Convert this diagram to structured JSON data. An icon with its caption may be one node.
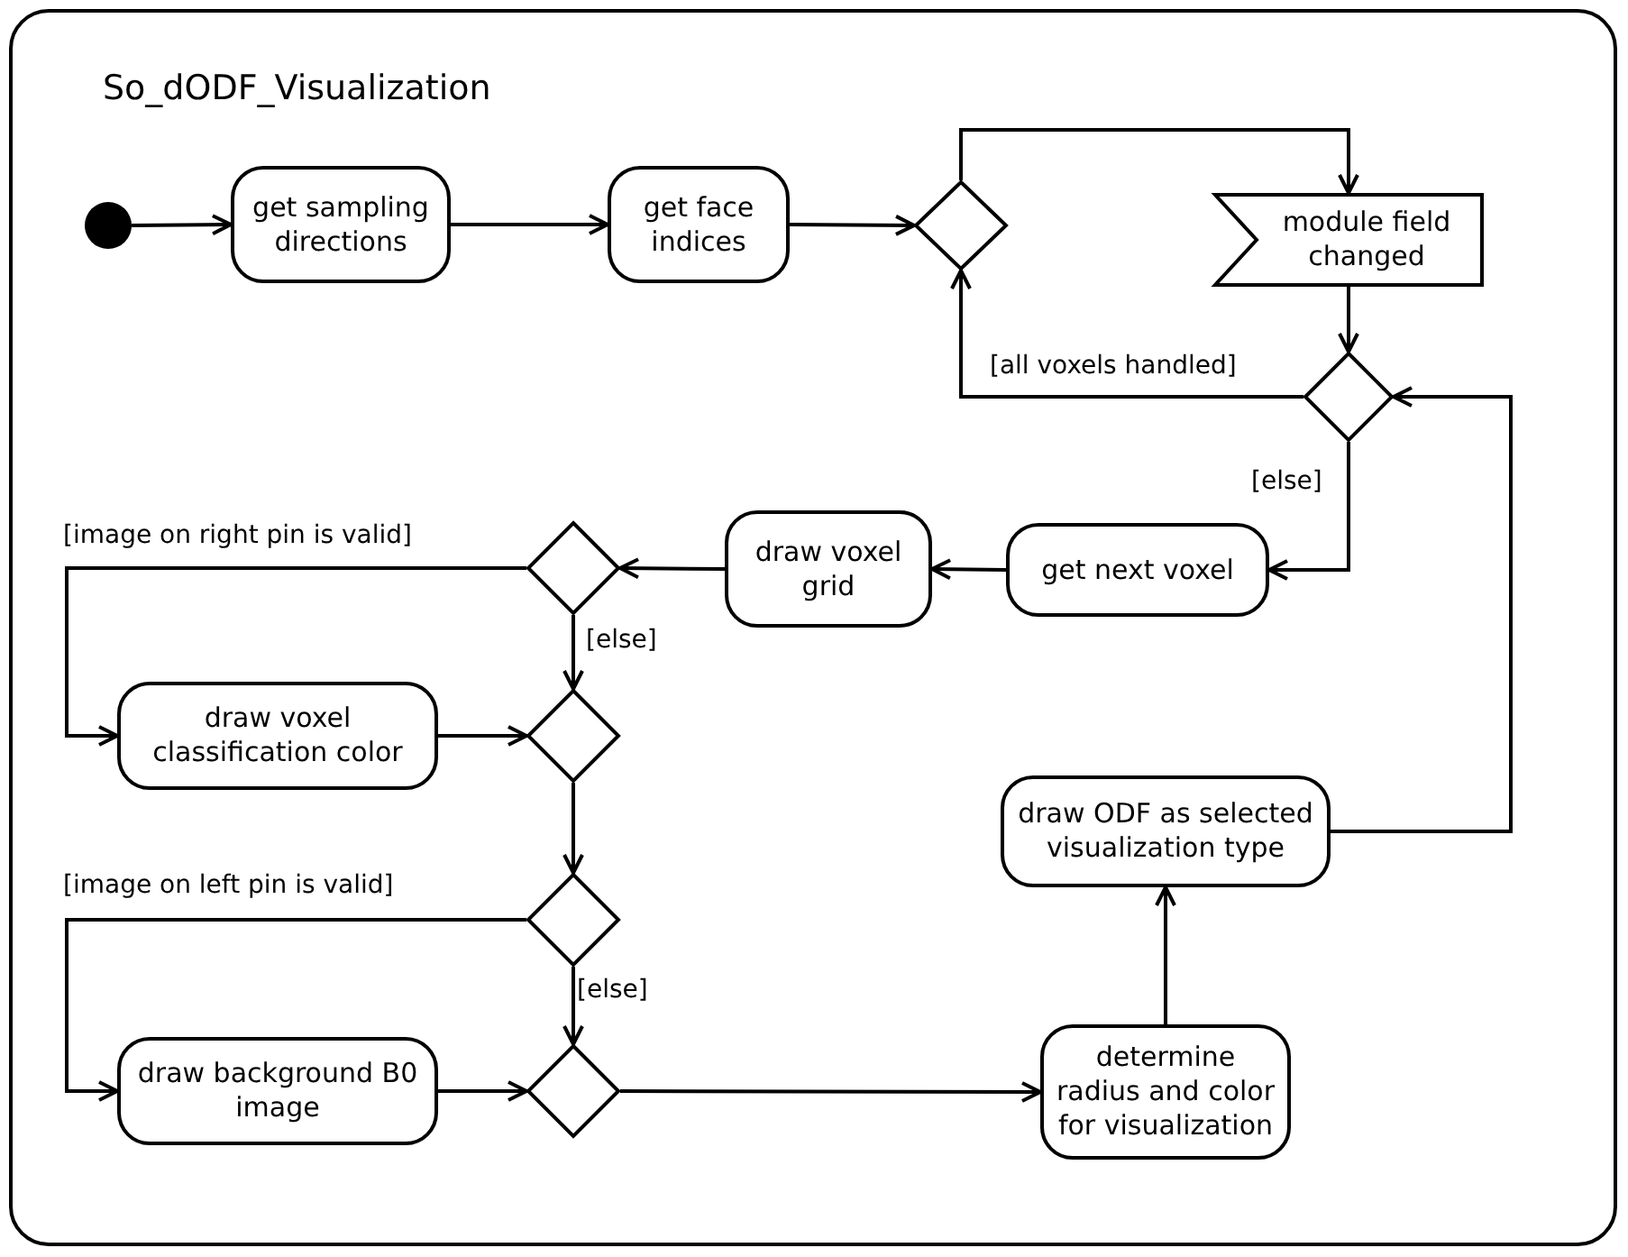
{
  "diagram": {
    "nodes": [
      {
        "text": [
          "So_dODF_Visualization"
        ]
      },
      {
        "text": [],
        "shape": "circle",
        "in": 0
      },
      {
        "text": [
          "get sampling directions"
        ],
        "in": 0
      },
      {
        "text": [
          "get face indices"
        ],
        "in": 0
      },
      {
        "text": [],
        "shape": "diamond",
        "in": 0
      },
      {
        "text": [
          "module field changed"
        ],
        "in": 0
      },
      {
        "text": [],
        "shape": "diamond",
        "in": 0
      },
      {
        "text": [
          "get next voxel"
        ],
        "in": 0
      },
      {
        "text": [
          "draw voxel grid"
        ],
        "in": 0
      },
      {
        "text": [],
        "shape": "diamond",
        "in": 0
      },
      {
        "text": [
          "draw voxel classification color"
        ],
        "in": 0
      },
      {
        "text": [],
        "shape": "diamond",
        "in": 0
      },
      {
        "text": [],
        "shape": "diamond",
        "in": 0
      },
      {
        "text": [
          "draw background B0 image"
        ],
        "in": 0
      },
      {
        "text": [],
        "shape": "diamond",
        "in": 0
      },
      {
        "text": [
          "determine radius and color for visualization"
        ],
        "in": 0
      },
      {
        "text": [
          "draw ODF as selected visualization type"
        ],
        "in": 0
      }
    ],
    "edges": [
      {
        "from": 1,
        "to": 2,
        "arrow": "to"
      },
      {
        "from": 2,
        "to": 3,
        "arrow": "to"
      },
      {
        "from": 3,
        "to": 4,
        "arrow": "to"
      },
      {
        "from": 4,
        "to": 5,
        "arrow": "to"
      },
      {
        "from": 5,
        "to": 6,
        "arrow": "to"
      },
      {
        "from": 6,
        "to": 4,
        "arrow": "to",
        "label": "[all voxels handled]"
      },
      {
        "from": 6,
        "to": 7,
        "arrow": "to",
        "label": "[else]"
      },
      {
        "from": 7,
        "to": 8,
        "arrow": "to"
      },
      {
        "from": 8,
        "to": 9,
        "arrow": "to"
      },
      {
        "from": 9,
        "to": 10,
        "arrow": "to",
        "label": "[image on right pin is valid]"
      },
      {
        "from": 9,
        "to": 11,
        "arrow": "to",
        "label": "[else]"
      },
      {
        "from": 10,
        "to": 11,
        "arrow": "to"
      },
      {
        "from": 11,
        "to": 12,
        "arrow": "to"
      },
      {
        "from": 12,
        "to": 13,
        "arrow": "to",
        "label": "[image on left pin is valid]"
      },
      {
        "from": 12,
        "to": 14,
        "arrow": "to",
        "label": "[else]"
      },
      {
        "from": 13,
        "to": 14,
        "arrow": "to"
      },
      {
        "from": 14,
        "to": 15,
        "arrow": "to"
      },
      {
        "from": 15,
        "to": 16,
        "arrow": "to"
      },
      {
        "from": 16,
        "to": 6,
        "arrow": "to"
      }
    ]
  }
}
